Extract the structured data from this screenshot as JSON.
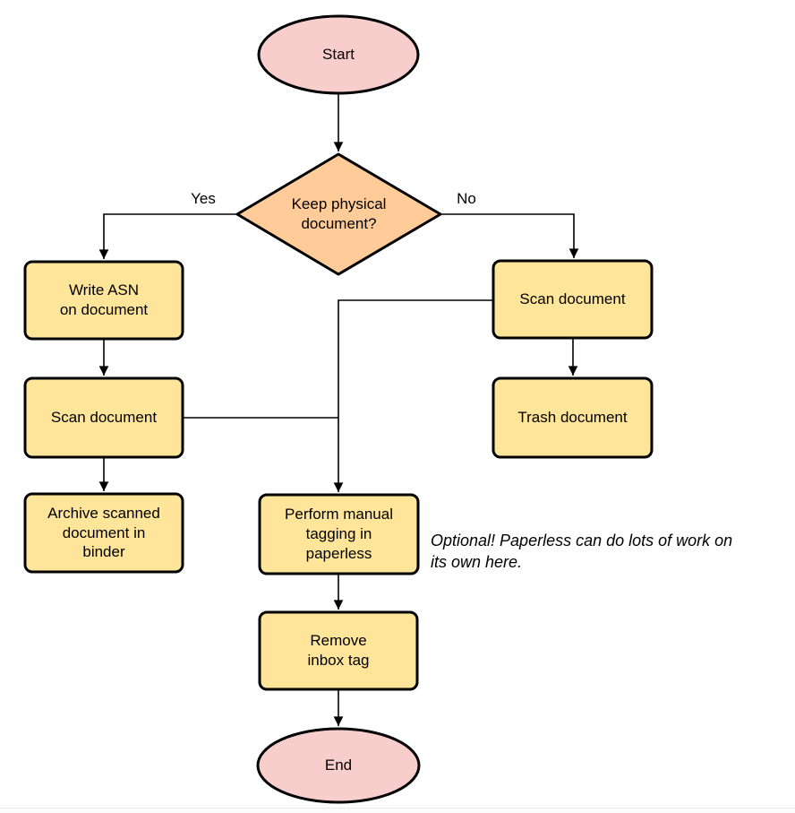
{
  "colors": {
    "terminal_fill": "#F8CECC",
    "decision_fill": "#FFCC99",
    "process_fill": "#FFE599",
    "stroke": "#000000",
    "page_divider": "#e8e8e8"
  },
  "nodes": {
    "start": {
      "label": "Start"
    },
    "decision": {
      "label": "Keep physical\ndocument?"
    },
    "write_asn": {
      "label": "Write ASN\non document"
    },
    "scan_left": {
      "label": "Scan document"
    },
    "archive": {
      "label": "Archive scanned\ndocument in\nbinder"
    },
    "scan_right": {
      "label": "Scan document"
    },
    "trash": {
      "label": "Trash document"
    },
    "tagging": {
      "label": "Perform manual\ntagging in\npaperless"
    },
    "remove_inbox": {
      "label": "Remove\ninbox tag"
    },
    "end": {
      "label": "End"
    }
  },
  "edges": {
    "yes_label": "Yes",
    "no_label": "No"
  },
  "note": {
    "text": "Optional! Paperless can do lots of work on\nits own here."
  }
}
